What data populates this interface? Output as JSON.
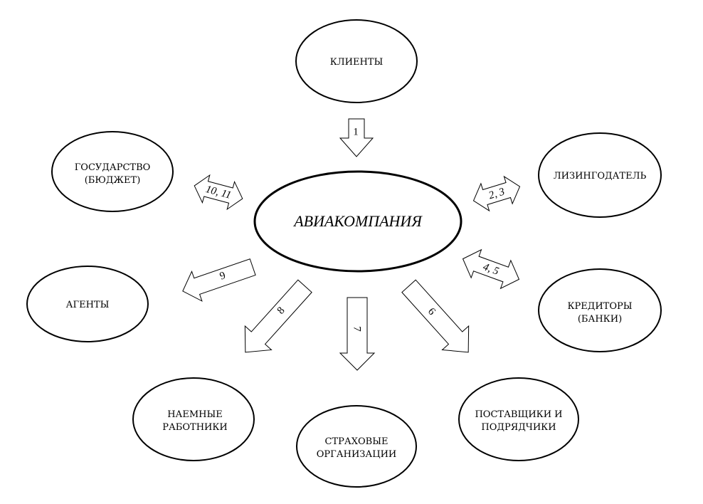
{
  "center": {
    "label": "АВИАКОМПАНИЯ"
  },
  "nodes": {
    "clients": [
      "КЛИЕНТЫ"
    ],
    "state": [
      "ГОСУДАРСТВО",
      "(БЮДЖЕТ)"
    ],
    "lessor": [
      "ЛИЗИНГОДАТЕЛЬ"
    ],
    "agents": [
      "АГЕНТЫ"
    ],
    "creditors": [
      "КРЕДИТОРЫ",
      "(БАНКИ)"
    ],
    "employees": [
      "НАЕМНЫЕ",
      "РАБОТНИКИ"
    ],
    "insurance": [
      "СТРАХОВЫЕ",
      "ОРГАНИЗАЦИИ"
    ],
    "suppliers": [
      "ПОСТАВЩИКИ И",
      "ПОДРЯДЧИКИ"
    ]
  },
  "arrows": {
    "a1": "1",
    "a2": "2, 3",
    "a3": "4, 5",
    "a4": "6",
    "a5": "7",
    "a6": "8",
    "a7": "9",
    "a8": "10, 11"
  }
}
